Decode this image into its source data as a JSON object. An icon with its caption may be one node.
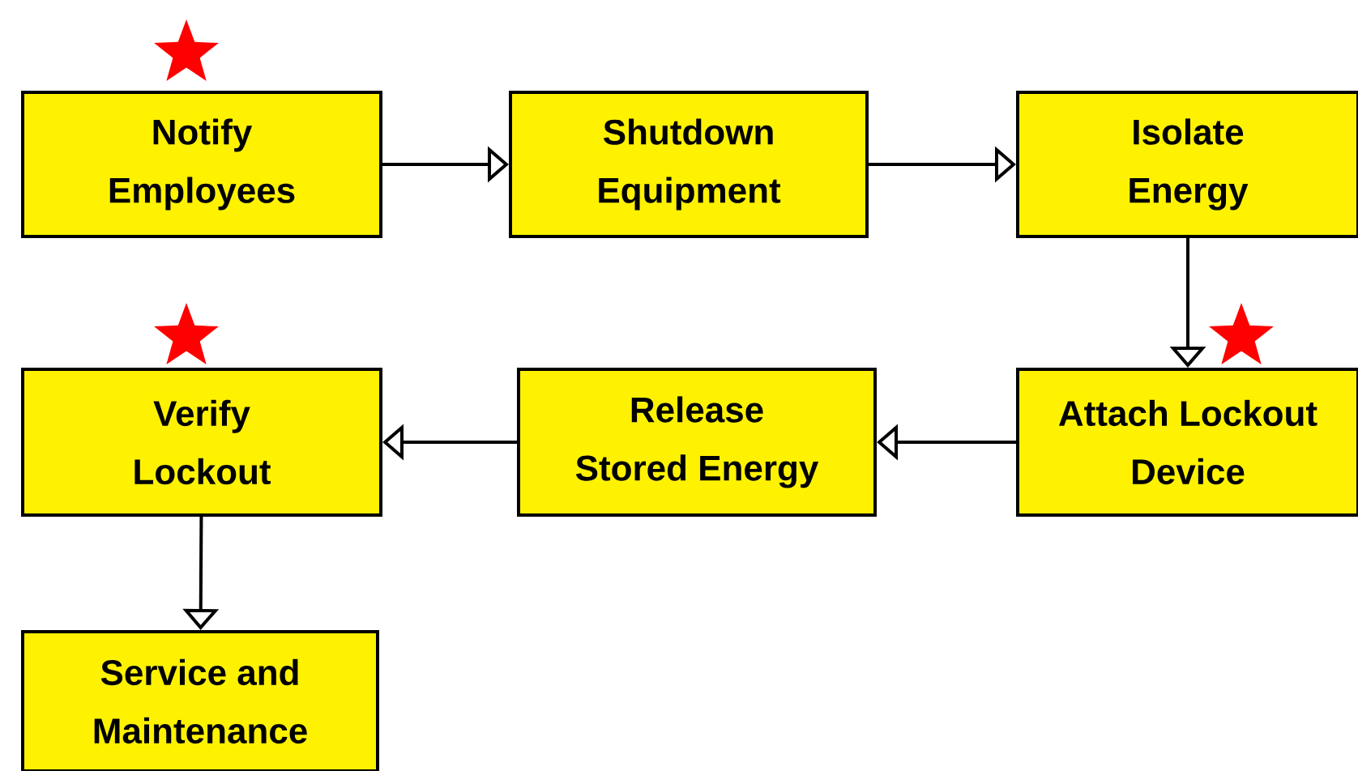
{
  "diagram": {
    "nodes": [
      {
        "text": [
          "Notify Employees"
        ]
      },
      {
        "text": [
          "Shutdown Equipment"
        ]
      },
      {
        "text": [
          "Isolate Energy"
        ]
      },
      {
        "text": [
          "Attach Lockout Device"
        ]
      },
      {
        "text": [
          "Release Stored Energy"
        ]
      },
      {
        "text": [
          "Verify Lockout"
        ]
      },
      {
        "text": [
          "Service and Maintenance"
        ]
      }
    ],
    "edges": [
      {
        "from": 0,
        "to": 1,
        "arrow": "to"
      },
      {
        "from": 1,
        "to": 2,
        "arrow": "to"
      },
      {
        "from": 2,
        "to": 3,
        "arrow": "to"
      },
      {
        "from": 3,
        "to": 4,
        "arrow": "to"
      },
      {
        "from": 4,
        "to": 5,
        "arrow": "to"
      },
      {
        "from": 5,
        "to": 6,
        "arrow": "to"
      }
    ]
  }
}
